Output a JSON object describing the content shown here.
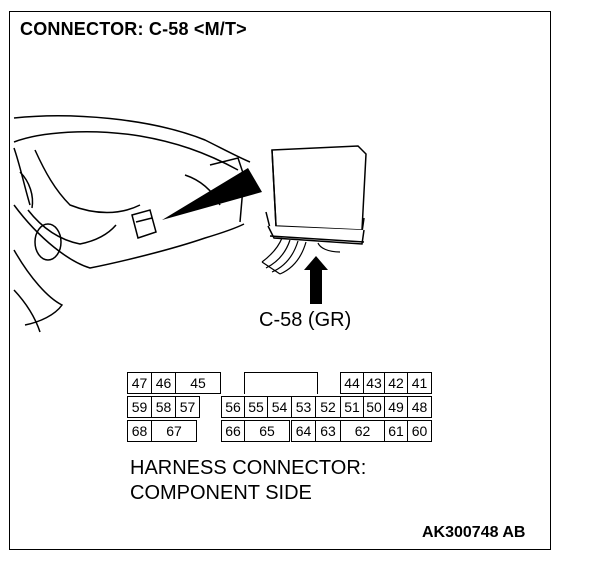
{
  "diagram": {
    "title": "CONNECTOR: C-58 <M/T>",
    "connector_label": "C-58 (GR)",
    "pin_rows": [
      [
        "47",
        "46",
        "45",
        "",
        "",
        "",
        "",
        "",
        "44",
        "43",
        "42",
        "41"
      ],
      [
        "59",
        "58",
        "57",
        "56",
        "55",
        "54",
        "53",
        "52",
        "51",
        "50",
        "49",
        "48"
      ],
      [
        "68",
        "67",
        "",
        "66",
        "65",
        "",
        "64",
        "63",
        "62",
        "",
        "61",
        "60"
      ]
    ],
    "harness_label_line1": "HARNESS CONNECTOR:",
    "harness_label_line2": "COMPONENT SIDE",
    "figure_code": "AK300748 AB"
  }
}
